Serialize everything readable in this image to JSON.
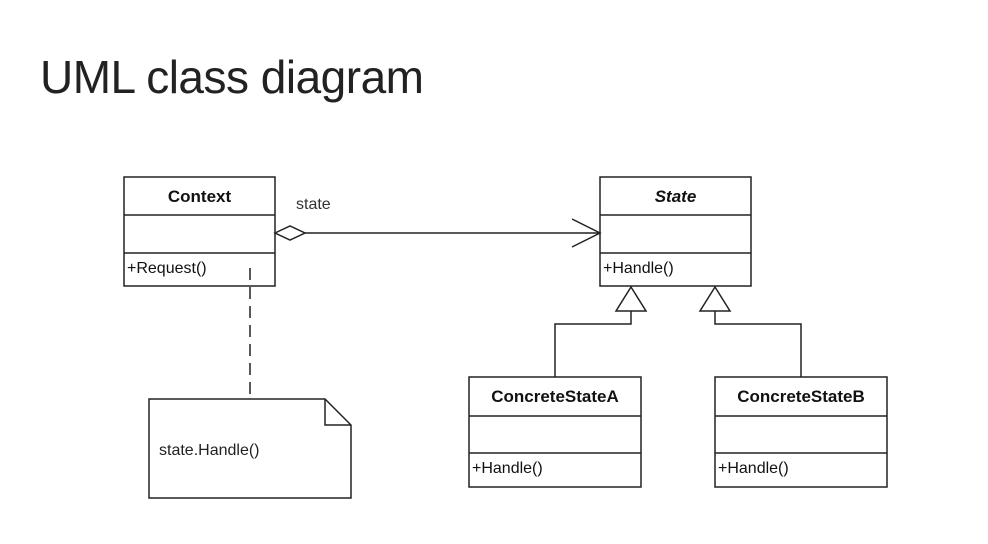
{
  "title": "UML class diagram",
  "classes": {
    "context": {
      "name": "Context",
      "method": "+Request()"
    },
    "state": {
      "name": "State",
      "method": "+Handle()"
    },
    "concrete_a": {
      "name": "ConcreteStateA",
      "method": "+Handle()"
    },
    "concrete_b": {
      "name": "ConcreteStateB",
      "method": "+Handle()"
    }
  },
  "association": {
    "label": "state"
  },
  "note": {
    "text": "state.Handle()"
  }
}
